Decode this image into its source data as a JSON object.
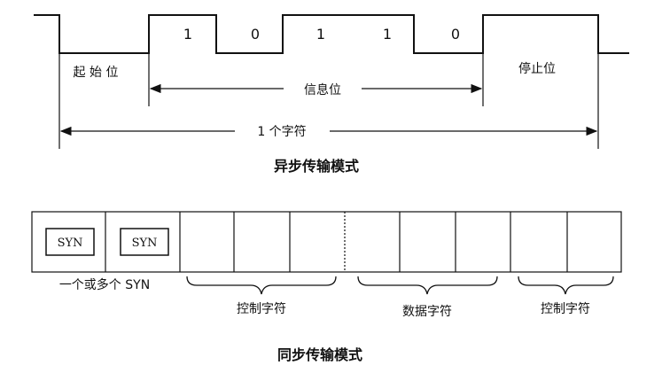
{
  "async_section": {
    "bits": [
      "1",
      "0",
      "1",
      "1",
      "0"
    ],
    "start_bit_label": "起 始 位",
    "info_bits_label": "信息位",
    "stop_bit_label": "停止位",
    "char_label": "1 个字符",
    "title": "异步传输模式"
  },
  "sync_section": {
    "syn_boxes": [
      "SYN",
      "SYN"
    ],
    "syn_group_label": "一个或多个 SYN",
    "control_label_1": "控制字符",
    "data_label": "数据字符",
    "control_label_2": "控制字符",
    "title": "同步传输模式"
  }
}
